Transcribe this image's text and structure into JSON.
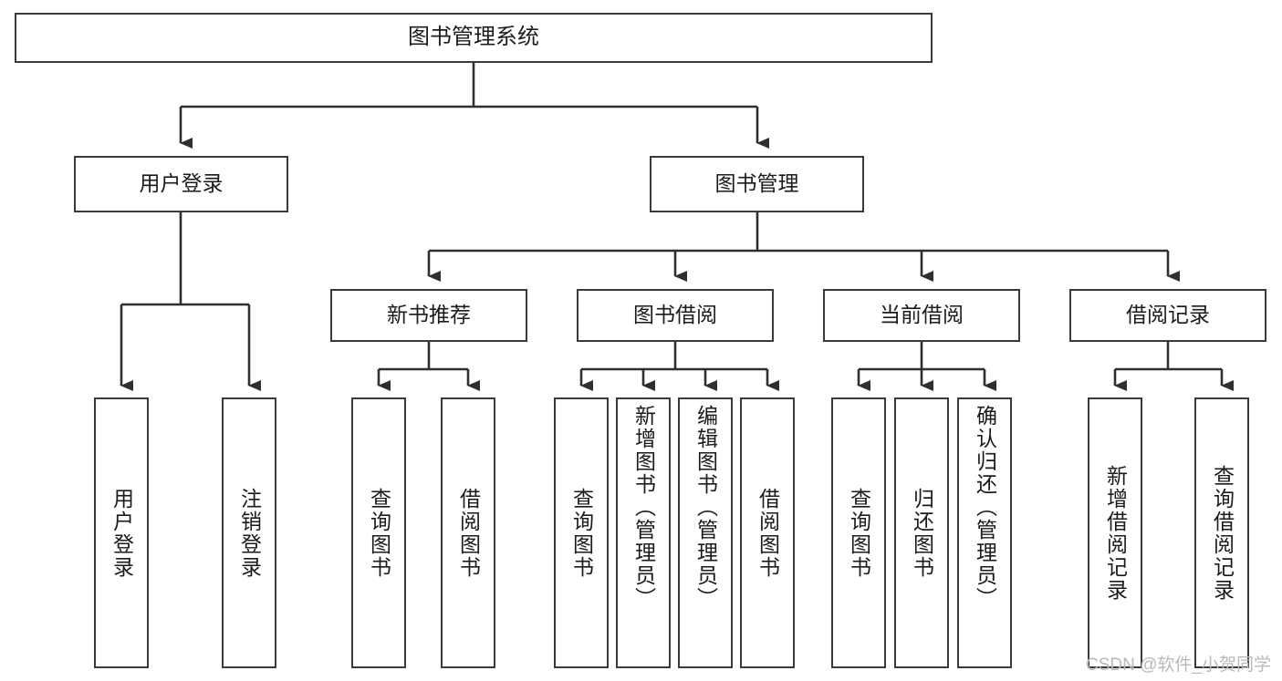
{
  "diagram": {
    "title": "图书管理系统",
    "type": "tree-structure-chart",
    "watermark": "CSDN @软件_小贺同学",
    "colors": {
      "node_border": "#3a3a3a",
      "node_fill": "#ffffff",
      "edge": "#2f2f2f",
      "text": "#1b1b1b",
      "watermark": "#b9b9b9",
      "background": "#ffffff"
    },
    "root": {
      "label": "图书管理系统"
    },
    "level2": [
      {
        "label": "用户登录"
      },
      {
        "label": "图书管理"
      }
    ],
    "level3": [
      {
        "label": "新书推荐"
      },
      {
        "label": "图书借阅"
      },
      {
        "label": "当前借阅"
      },
      {
        "label": "借阅记录"
      }
    ],
    "leaves": {
      "user_login": [
        {
          "label": "用户登录"
        },
        {
          "label": "注销登录"
        }
      ],
      "new_book_recommend": [
        {
          "label": "查询图书"
        },
        {
          "label": "借阅图书"
        }
      ],
      "book_borrow": [
        {
          "label": "查询图书"
        },
        {
          "label": "新增图书（管理员）"
        },
        {
          "label": "编辑图书（管理员）"
        },
        {
          "label": "借阅图书"
        }
      ],
      "current_borrow": [
        {
          "label": "查询图书"
        },
        {
          "label": "归还图书"
        },
        {
          "label": "确认归还（管理员）"
        }
      ],
      "borrow_record": [
        {
          "label": "新增借阅记录"
        },
        {
          "label": "查询借阅记录"
        }
      ]
    }
  }
}
